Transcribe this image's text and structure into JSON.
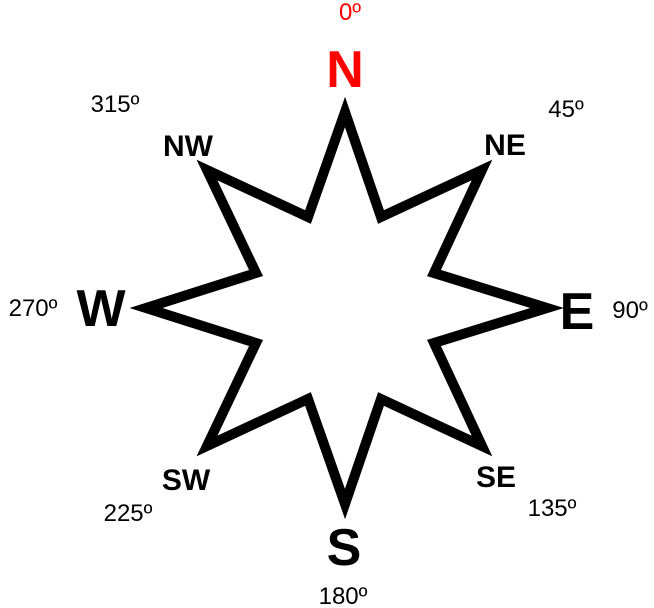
{
  "colors": {
    "north": "#ff0000",
    "ink": "#000000",
    "background": "#ffffff"
  },
  "directions": {
    "n": {
      "label": "N",
      "degree": "0º"
    },
    "ne": {
      "label": "NE",
      "degree": "45º"
    },
    "e": {
      "label": "E",
      "degree": "90º"
    },
    "se": {
      "label": "SE",
      "degree": "135º"
    },
    "s": {
      "label": "S",
      "degree": "180º"
    },
    "sw": {
      "label": "SW",
      "degree": "225º"
    },
    "w": {
      "label": "W",
      "degree": "270º"
    },
    "nw": {
      "label": "NW",
      "degree": "315º"
    }
  }
}
